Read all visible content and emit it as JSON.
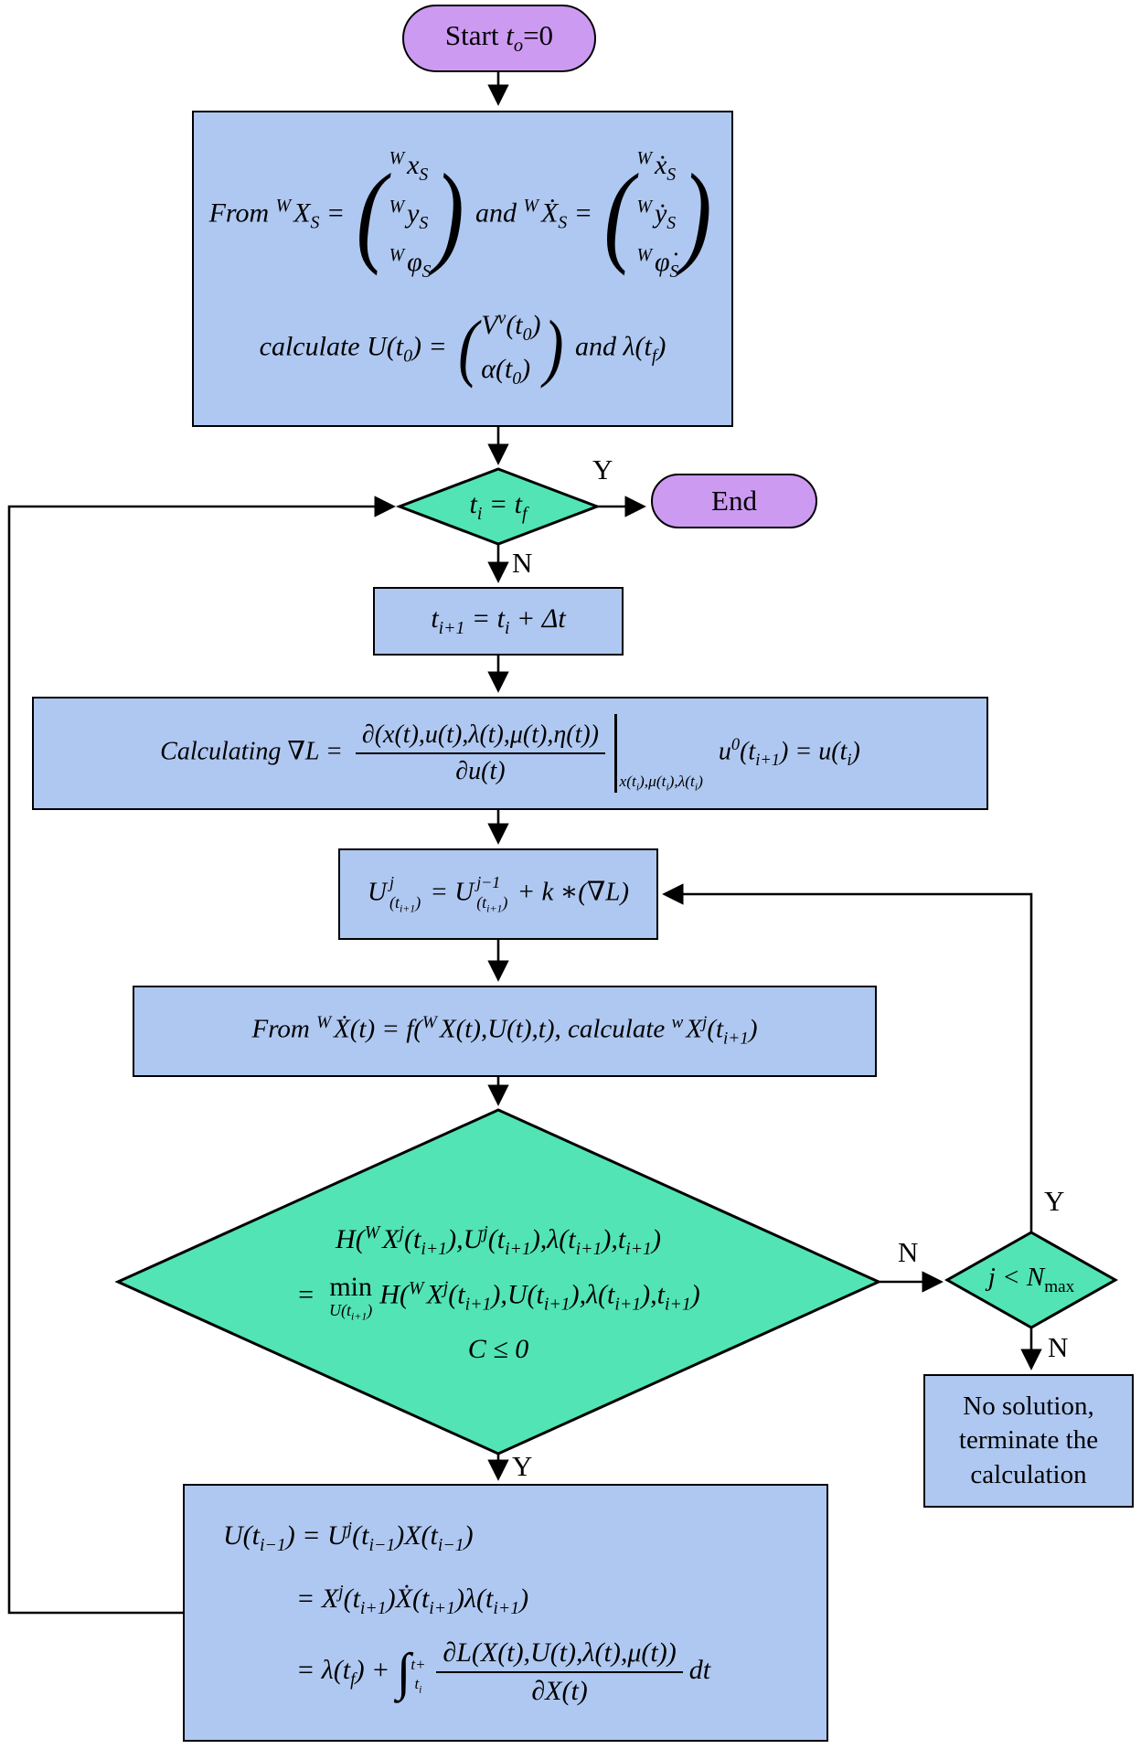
{
  "colors": {
    "blue": "#AFC8F1",
    "green": "#52E4B4",
    "purple": "#CD9AF2",
    "line": "#000000"
  },
  "nodes": {
    "start": {
      "label_html": "Start <i>t<sub>o</sub></i>=0"
    },
    "init_box": {
      "line1_html": "From <span class='psup'>W</span>X<sub>S</sub> = <span class='vec'><span class='br b3'>(</span><span class='col'><span><span class='psup'>W</span>x<sub>S</sub></span><span><span class='psup'>W</span>y<sub>S</sub></span><span><span class='psup'>W</span>φ<sub>S</sub></span></span><span class='br b3'>)</span></span> and <span class='psup'>W</span>Ẋ<sub>S</sub> = <span class='vec'><span class='br b3'>(</span><span class='col'><span><span class='psup'>W</span>ẋ<sub>S</sub></span><span><span class='psup'>W</span>ẏ<sub>S</sub></span><span><span class='psup'>W</span>φ̇<sub>S</sub></span></span><span class='br b3'>)</span></span>",
      "line2_html": "calculate U(t<sub>0</sub>) = <span class='vec'><span class='br b2'>(</span><span class='col col2'><span>V<sup>v</sup>(t<sub>0</sub>)</span><span>α(t<sub>0</sub>)</span></span><span class='br b2'>)</span></span> and λ(t<sub>f</sub>)"
    },
    "time_check": {
      "label_html": "t<sub>i</sub> = t<sub>f</sub>"
    },
    "end": {
      "label": "End"
    },
    "increment_box": {
      "label_html": "t<sub>i+1</sub> = t<sub>i</sub> + Δt"
    },
    "gradient_box": {
      "label_html": "Calculating ∇L = <span class='frac'><span class='num'>∂(x(t),u(t),λ(t),μ(t),η(t))</span><span class='den'>∂u(t)</span></span><span class='ebar'></span><span class='cond'>x(t<sub>i</sub>),μ(t<sub>i</sub>),λ(t<sub>i</sub>)</span> u<sup>0</sup>(t<sub>i+1</sub>) = u(t<sub>i</sub>)"
    },
    "control_update_box": {
      "label_html": "U<span class='ss'><span>j</span><span>(t<sub>i+1</sub>)</span></span> = U<span class='ss'><span>j−1</span><span>(t<sub>i+1</sub>)</span></span> + k ∗(∇L)"
    },
    "integrate_box": {
      "label_html": "From <span class='psup'>W</span>Ẋ(t) = f(<span class='psup'>W</span>X(t),U(t),t), calculate <span class='psup'>w</span>X<sup>j</sup>(t<sub>i+1</sub>)"
    },
    "hamiltonian_check": {
      "line1_html": "H(<span class='psup'>W</span>X<sup>j</sup>(t<sub>i+1</sub>),U<sup>j</sup>(t<sub>i+1</sub>),λ(t<sub>i+1</sub>),t<sub>i+1</sub>)",
      "line2_html": "= <span class='munder'><span class='mo'>min</span><span class='mu'>U(t<sub>i+1</sub>)</span></span>H(<span class='psup'>W</span>X<sup>j</sup>(t<sub>i+1</sub>),U(t<sub>i+1</sub>),λ(t<sub>i+1</sub>),t<sub>i+1</sub>)",
      "line3_html": "C ≤ 0"
    },
    "iteration_check": {
      "label_html": "j &lt; N<sub class='rm'>max</sub>"
    },
    "no_solution_box": {
      "line1": "No solution,",
      "line2": "terminate the",
      "line3": "calculation"
    },
    "costate_box": {
      "line1_html": "U(t<sub>i−1</sub>) = U<sup>j</sup>(t<sub>i−1</sub>)X(t<sub>i−1</sub>)",
      "line2_html": "= X<sup>j</sup>(t<sub>i+1</sub>)Ẋ(t<sub>i+1</sub>)λ(t<sub>i+1</sub>)",
      "line3_html": "= λ(t<sub>f</sub>) + <span class='intg'>∫</span><span class='ilim'><span>t+</span><span>t<sub>i</sub></span></span><span class='frac'><span class='num'>∂L(X(t),U(t),λ(t),μ(t))</span><span class='den'>∂X(t)</span></span>dt"
    }
  },
  "edge_labels": {
    "yes_end": "Y",
    "no_continue": "N",
    "no_iterate": "N",
    "yes_loop_update": "Y",
    "no_terminate": "N",
    "yes_costate": "Y"
  }
}
